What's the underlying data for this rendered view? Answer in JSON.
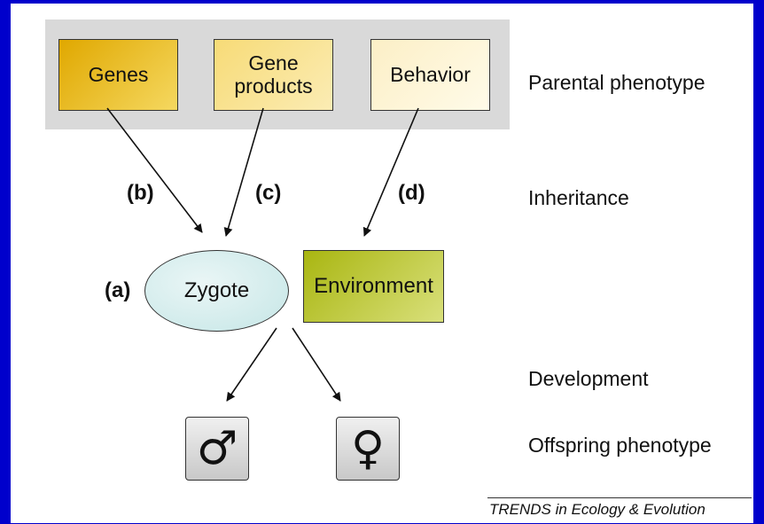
{
  "phenotype_boxes": {
    "genes": "Genes",
    "gene_products": "Gene\nproducts",
    "behavior": "Behavior"
  },
  "zygote": "Zygote",
  "environment": "Environment",
  "offspring": {
    "male_symbol": "♂",
    "female_symbol": "♀"
  },
  "pathway_labels": {
    "a": "(a)",
    "b": "(b)",
    "c": "(c)",
    "d": "(d)"
  },
  "stages": {
    "parental": "Parental phenotype",
    "inheritance": "Inheritance",
    "development": "Development",
    "offspring": "Offspring phenotype"
  },
  "source": "TRENDS in Ecology & Evolution",
  "colors": {
    "frame": "#0000cc",
    "genes": "#e0a800",
    "gene_products": "#f7db77",
    "behavior": "#fcefc6",
    "zygote": "#c5e6e6",
    "environment": "#a9b611",
    "parental_group": "#d9d9d9"
  }
}
